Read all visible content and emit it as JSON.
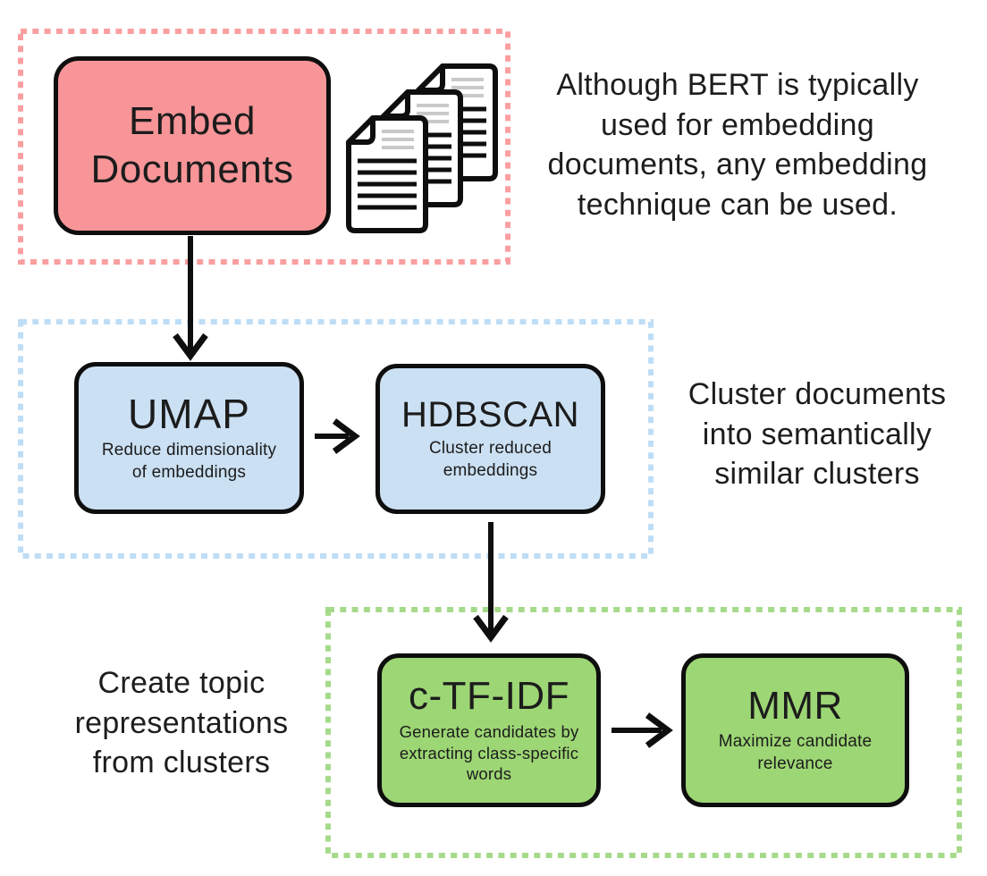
{
  "colors": {
    "embed_fill": "#F89598",
    "embed_dotted": "#FA9FA0",
    "cluster_fill": "#CBE0F3",
    "cluster_dotted": "#BEDDF6",
    "topic_fill": "#9DD674",
    "topic_dotted": "#A6DA8B",
    "outline": "#0E0E0E",
    "text": "#1C1C1C",
    "doc_line_gray": "#C9C9C9"
  },
  "embedding_stage": {
    "node": {
      "label": "Embed Documents",
      "label_lines": [
        "Embed",
        "Documents"
      ]
    },
    "caption": "Although BERT is typically used for embedding documents, any embedding technique can be used.",
    "caption_lines": [
      "Although BERT is typically",
      "used for embedding",
      "documents, any embedding",
      "technique can be used."
    ]
  },
  "clustering_stage": {
    "nodes": [
      {
        "title": "UMAP",
        "subtitle": "Reduce dimensionality of embeddings",
        "subtitle_lines": [
          "Reduce dimensionality",
          "of embeddings"
        ]
      },
      {
        "title": "HDBSCAN",
        "subtitle": "Cluster reduced embeddings",
        "subtitle_lines": [
          "Cluster reduced",
          "embeddings"
        ]
      }
    ],
    "caption": "Cluster documents into semantically similar clusters",
    "caption_lines": [
      "Cluster documents",
      "into semantically",
      "similar clusters"
    ]
  },
  "topic_stage": {
    "nodes": [
      {
        "title": "c-TF-IDF",
        "subtitle": "Generate candidates by extracting class-specific words",
        "subtitle_lines": [
          "Generate candidates by",
          "extracting class-specific",
          "words"
        ]
      },
      {
        "title": "MMR",
        "subtitle": "Maximize candidate relevance",
        "subtitle_lines": [
          "Maximize candidate",
          "relevance"
        ]
      }
    ],
    "caption": "Create topic representations from clusters",
    "caption_lines": [
      "Create topic",
      "representations",
      "from clusters"
    ]
  },
  "icons": {
    "documents_stack": "stack of three text documents with folded corners"
  }
}
